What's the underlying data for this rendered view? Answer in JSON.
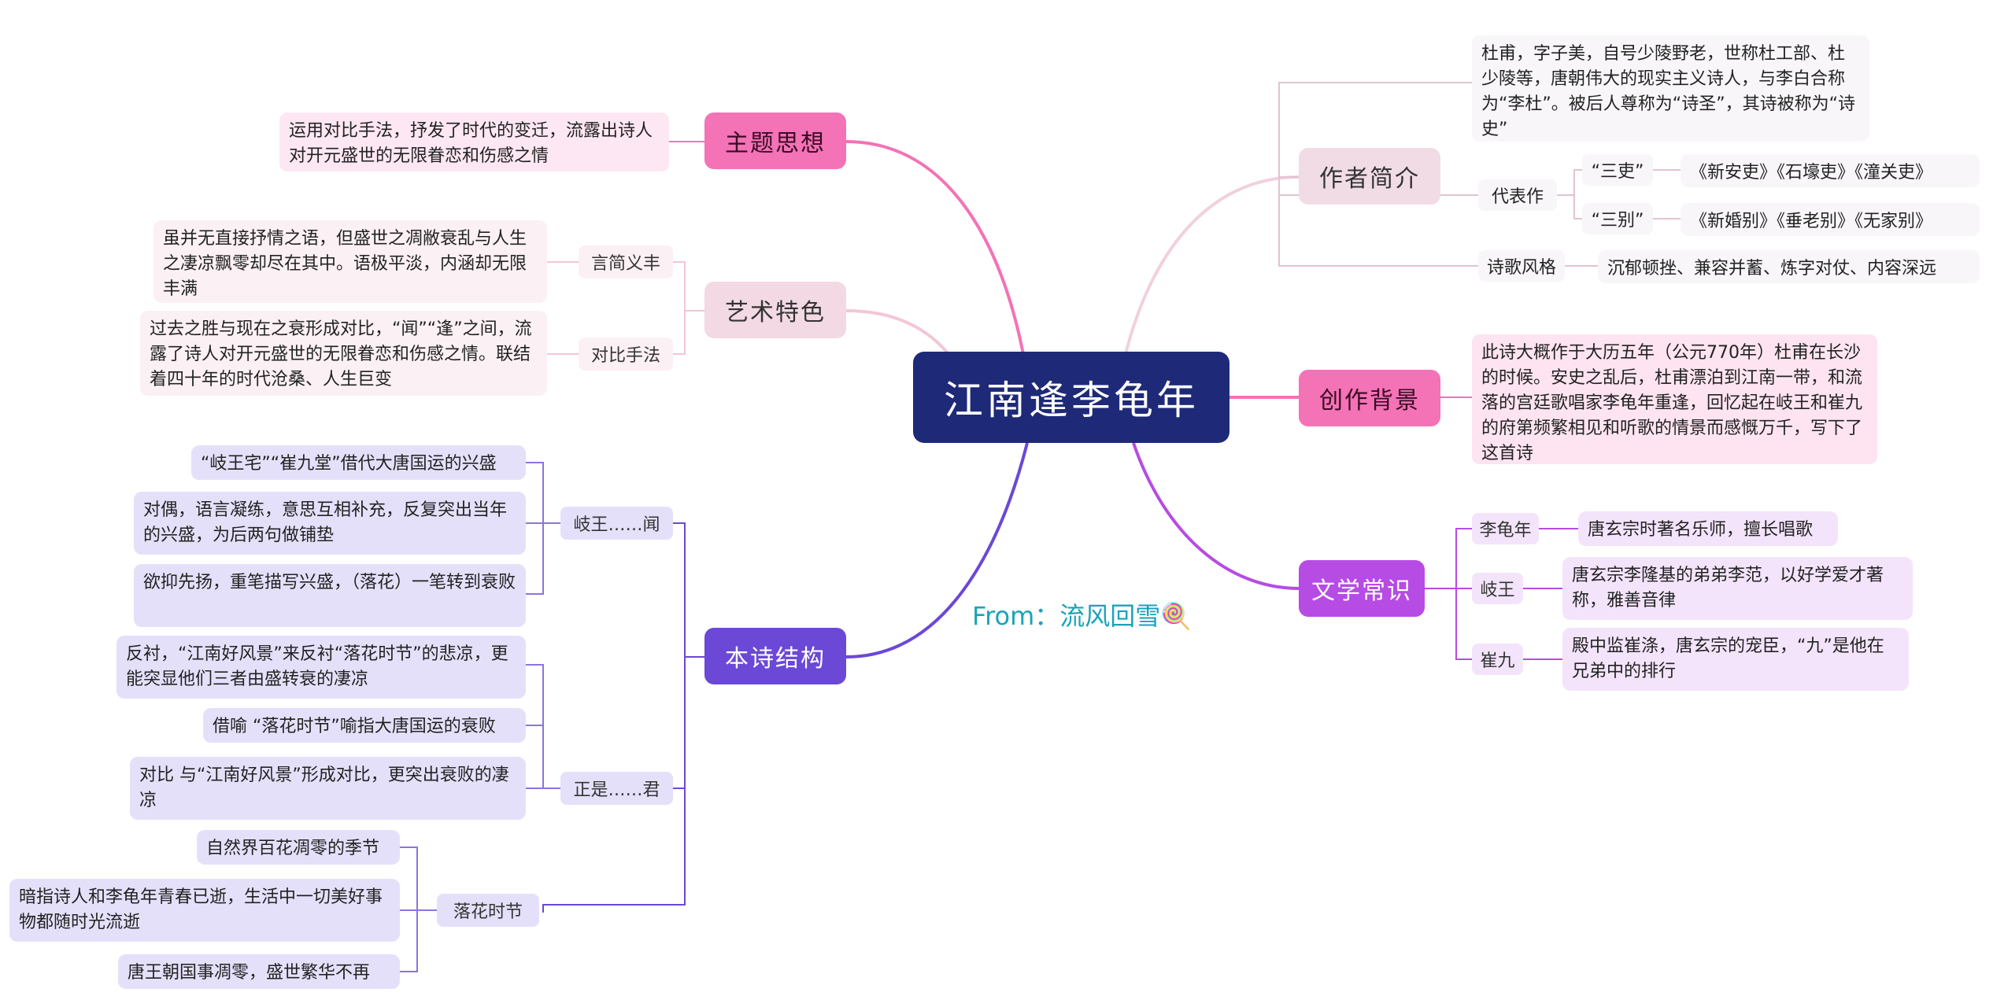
{
  "center": {
    "title": "江南逢李龟年"
  },
  "from_text": "From：流风回雪🍭",
  "left": {
    "theme": {
      "title": "主题思想",
      "text": "运用对比手法，抒发了时代的变迁，流露出诗人对开元盛世的无限眷恋和伤感之情"
    },
    "art": {
      "title": "艺术特色",
      "items": [
        {
          "label": "言简义丰",
          "text": "虽并无直接抒情之语，但盛世之凋敝衰乱与人生之凄凉飘零却尽在其中。语极平淡，内涵却无限丰满"
        },
        {
          "label": "对比手法",
          "text": "过去之胜与现在之衰形成对比，“闻”“逢”之间，流露了诗人对开元盛世的无限眷恋和伤感之情。联结着四十年的时代沧桑、人生巨变"
        }
      ]
    },
    "structure": {
      "title": "本诗结构",
      "groups": [
        {
          "label": "岐王……闻",
          "items": [
            "“岐王宅”“崔九堂”借代大唐国运的兴盛",
            "对偶，语言凝练，意思互相补充，反复突出当年的兴盛，为后两句做铺垫",
            "欲抑先扬，重笔描写兴盛，（落花）一笔转到衰败"
          ]
        },
        {
          "label": "正是……君",
          "items": [
            "反衬，“江南好风景”来反衬“落花时节”的悲凉，更能突显他们三者由盛转衰的凄凉",
            "借喻 “落花时节”喻指大唐国运的衰败",
            "对比 与“江南好风景”形成对比，更突出衰败的凄凉"
          ]
        },
        {
          "label": "落花时节",
          "items": [
            "自然界百花凋零的季节",
            "暗指诗人和李龟年青春已逝，生活中一切美好事物都随时光流逝",
            "唐王朝国事凋零，盛世繁华不再"
          ]
        }
      ]
    }
  },
  "right": {
    "author": {
      "title": "作者简介",
      "bio": "杜甫，字子美，自号少陵野老，世称杜工部、杜少陵等，唐朝伟大的现实主义诗人，与李白合称为“李杜”。被后人尊称为“诗圣”，其诗被称为“诗史”",
      "works_label": "代表作",
      "works": [
        {
          "label": "“三吏”",
          "text": "《新安吏》《石壕吏》《潼关吏》"
        },
        {
          "label": "“三别”",
          "text": "《新婚别》《垂老别》《无家别》"
        }
      ],
      "style_label": "诗歌风格",
      "style_text": "沉郁顿挫、兼容并蓄、炼字对仗、内容深远"
    },
    "background": {
      "title": "创作背景",
      "text": "此诗大概作于大历五年（公元770年）杜甫在长沙的时候。安史之乱后，杜甫漂泊到江南一带，和流落的宫廷歌唱家李龟年重逢，回忆起在岐王和崔九的府第频繁相见和听歌的情景而感慨万千，写下了这首诗"
    },
    "common": {
      "title": "文学常识",
      "items": [
        {
          "label": "李龟年",
          "text": "唐玄宗时著名乐师，擅长唱歌"
        },
        {
          "label": "岐王",
          "text": "唐玄宗李隆基的弟弟李范，以好学爱才著称，雅善音律"
        },
        {
          "label": "崔九",
          "text": "殿中监崔涤，唐玄宗的宠臣，“九”是他在兄弟中的排行"
        }
      ]
    }
  },
  "colors": {
    "center": "#1e2a78",
    "pink": "#f472b6",
    "violet": "#6b48d6",
    "magenta": "#b64ce3",
    "light_pink": "#f3d9e3"
  }
}
